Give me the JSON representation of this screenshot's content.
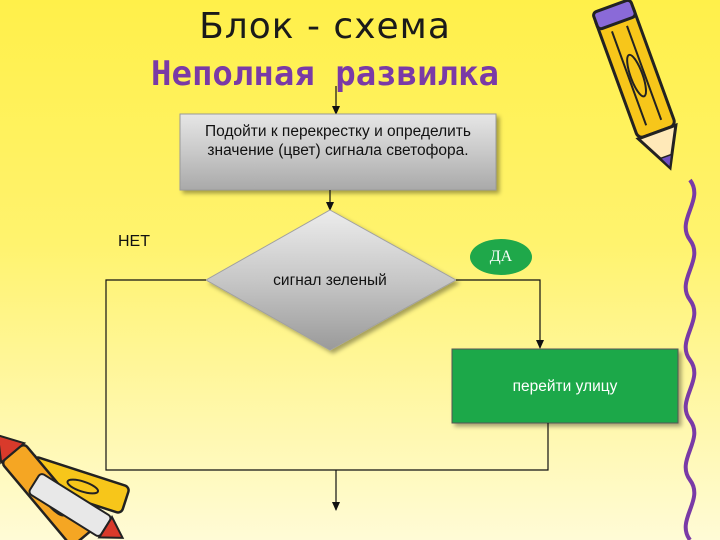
{
  "slide": {
    "title_line1": "Блок - схема",
    "title_line2": "Неполная развилка"
  },
  "flowchart": {
    "process_box": "Подойти к перекрестку и определить значение (цвет) сигнала светофора.",
    "decision": "сигнал зеленый",
    "no_label": "НЕТ",
    "yes_label": "ДА",
    "action_box": "перейти улицу"
  },
  "colors": {
    "background": "#fff04a",
    "title_accent": "#7a3aa6",
    "action_box": "#1fa84a",
    "yes_badge": "#1fa84a",
    "shape_gray": "#c8c8c8"
  },
  "icons": [
    "pencil-icon",
    "crayons-icon"
  ]
}
